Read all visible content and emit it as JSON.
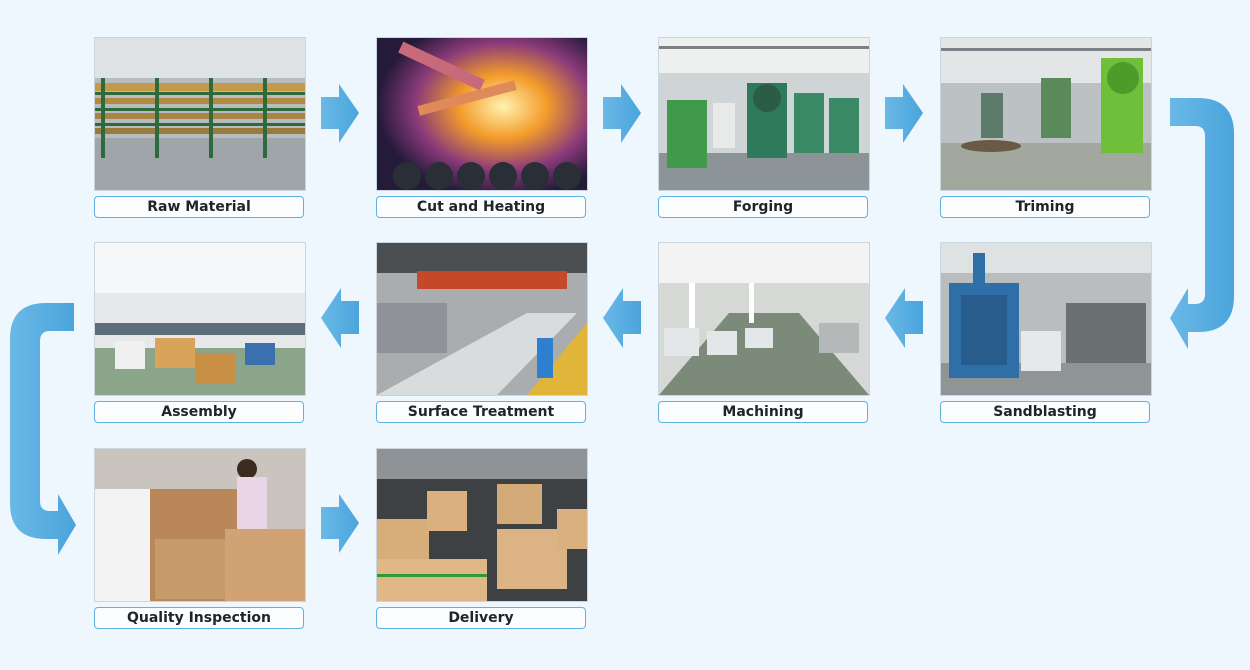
{
  "colors": {
    "background": "#eef7fd",
    "arrow": "#5aaee0",
    "label_border": "#5fb2e0",
    "label_text": "#1f2428"
  },
  "steps": [
    {
      "id": "raw-material",
      "label": "Raw Material",
      "scene": "storage-rack"
    },
    {
      "id": "cut-and-heating",
      "label": "Cut and Heating",
      "scene": "glowing-bars"
    },
    {
      "id": "forging",
      "label": "Forging",
      "scene": "press-machines"
    },
    {
      "id": "trimming",
      "label": "Triming",
      "scene": "trimming-presses"
    },
    {
      "id": "sandblasting",
      "label": "Sandblasting",
      "scene": "blast-cabinet"
    },
    {
      "id": "machining",
      "label": "Machining",
      "scene": "machine-hall"
    },
    {
      "id": "surface-treatment",
      "label": "Surface Treatment",
      "scene": "plating-line"
    },
    {
      "id": "assembly",
      "label": "Assembly",
      "scene": "assembly-floor"
    },
    {
      "id": "quality-inspection",
      "label": "Quality Inspection",
      "scene": "inspection-boxes"
    },
    {
      "id": "delivery",
      "label": "Delivery",
      "scene": "packed-cartons"
    }
  ]
}
